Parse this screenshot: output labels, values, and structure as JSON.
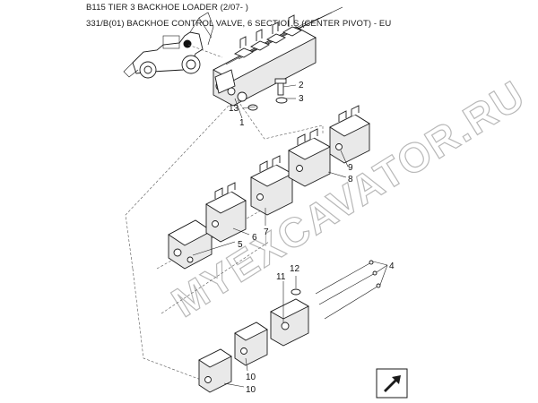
{
  "header": {
    "title": "B115 TIER 3 BACKHOE LOADER (2/07- )",
    "subtitle": "331/B(01) BACKHOE CONTROL VALVE, 6 SECTIONS (CENTER PIVOT) - EU"
  },
  "watermark": "MYEXCAVATOR.RU",
  "callouts": [
    "2",
    "3",
    "13",
    "1",
    "9",
    "8",
    "6",
    "7",
    "5",
    "4",
    "11",
    "12",
    "10",
    "10"
  ],
  "icons": {
    "nav": "next-page-arrow-icon",
    "machine": "backhoe-loader-icon"
  },
  "colors": {
    "line": "#1a1a1a",
    "watermark": "#b8b8b8",
    "nav_box": "#ffffff"
  }
}
